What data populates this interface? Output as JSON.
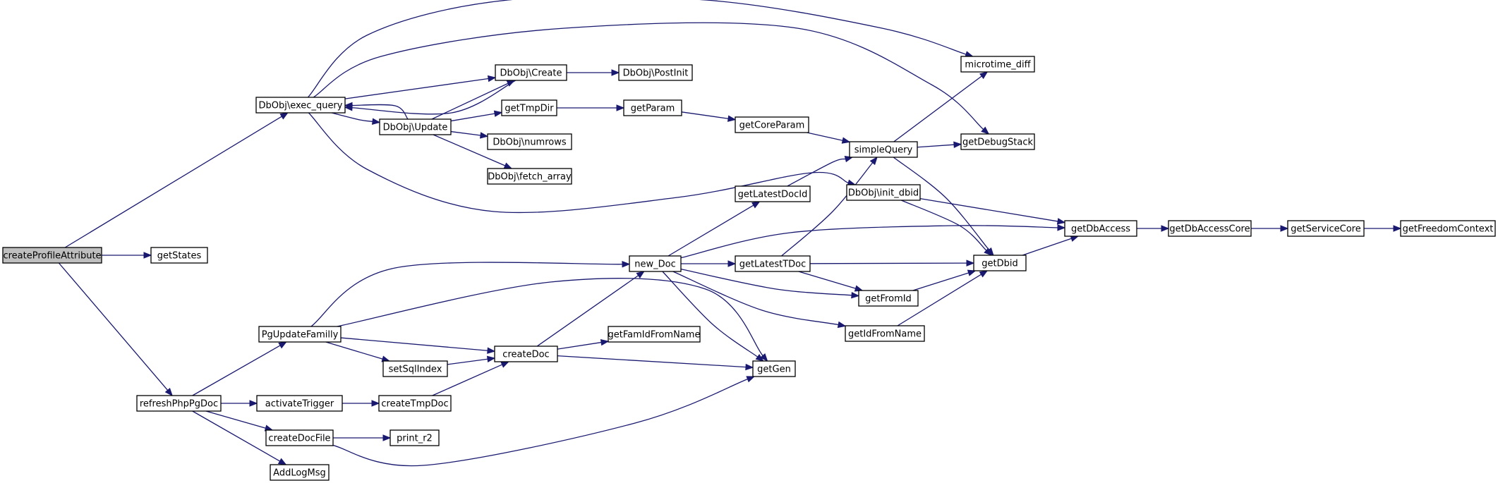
{
  "nodes": [
    {
      "id": "createProfileAttribute",
      "label": "createProfileAttribute",
      "root": true
    },
    {
      "id": "exec_query",
      "label": "DbObj\\exec_query"
    },
    {
      "id": "getStates",
      "label": "getStates"
    },
    {
      "id": "refreshPhpPgDoc",
      "label": "refreshPhpPgDoc"
    },
    {
      "id": "microtime_diff",
      "label": "microtime_diff"
    },
    {
      "id": "getDebugStack",
      "label": "getDebugStack"
    },
    {
      "id": "DbObjCreate",
      "label": "DbObj\\Create"
    },
    {
      "id": "DbObjUpdate",
      "label": "DbObj\\Update"
    },
    {
      "id": "DbObjPostInit",
      "label": "DbObj\\PostInit"
    },
    {
      "id": "getTmpDir",
      "label": "getTmpDir"
    },
    {
      "id": "numrows",
      "label": "DbObj\\numrows"
    },
    {
      "id": "fetch_array",
      "label": "DbObj\\fetch_array"
    },
    {
      "id": "init_dbid",
      "label": "DbObj\\init_dbid"
    },
    {
      "id": "getParam",
      "label": "getParam"
    },
    {
      "id": "getCoreParam",
      "label": "getCoreParam"
    },
    {
      "id": "simpleQuery",
      "label": "simpleQuery"
    },
    {
      "id": "getDbid",
      "label": "getDbid"
    },
    {
      "id": "getDbAccess",
      "label": "getDbAccess"
    },
    {
      "id": "getDbAccessCore",
      "label": "getDbAccessCore"
    },
    {
      "id": "getServiceCore",
      "label": "getServiceCore"
    },
    {
      "id": "getFreedomContext",
      "label": "getFreedomContext"
    },
    {
      "id": "getLatestDocId",
      "label": "getLatestDocId"
    },
    {
      "id": "new_Doc",
      "label": "new_Doc"
    },
    {
      "id": "getLatestTDoc",
      "label": "getLatestTDoc"
    },
    {
      "id": "getFromId",
      "label": "getFromId"
    },
    {
      "id": "getIdFromName",
      "label": "getIdFromName"
    },
    {
      "id": "PgUpdateFamilly",
      "label": "PgUpdateFamilly"
    },
    {
      "id": "createDoc",
      "label": "createDoc"
    },
    {
      "id": "getFamIdFromName",
      "label": "getFamIdFromName"
    },
    {
      "id": "setSqlIndex",
      "label": "setSqlIndex"
    },
    {
      "id": "getGen",
      "label": "getGen"
    },
    {
      "id": "activateTrigger",
      "label": "activateTrigger"
    },
    {
      "id": "createTmpDoc",
      "label": "createTmpDoc"
    },
    {
      "id": "createDocFile",
      "label": "createDocFile"
    },
    {
      "id": "print_r2",
      "label": "print_r2"
    },
    {
      "id": "AddLogMsg",
      "label": "AddLogMsg"
    }
  ],
  "edges": [
    {
      "from": "createProfileAttribute",
      "to": "exec_query"
    },
    {
      "from": "createProfileAttribute",
      "to": "getStates"
    },
    {
      "from": "createProfileAttribute",
      "to": "refreshPhpPgDoc"
    },
    {
      "from": "exec_query",
      "to": "microtime_diff"
    },
    {
      "from": "exec_query",
      "to": "getDebugStack"
    },
    {
      "from": "exec_query",
      "to": "DbObjCreate"
    },
    {
      "from": "exec_query",
      "to": "DbObjUpdate"
    },
    {
      "from": "exec_query",
      "to": "init_dbid"
    },
    {
      "from": "DbObjCreate",
      "to": "exec_query"
    },
    {
      "from": "DbObjCreate",
      "to": "DbObjPostInit"
    },
    {
      "from": "DbObjUpdate",
      "to": "exec_query"
    },
    {
      "from": "DbObjUpdate",
      "to": "DbObjCreate"
    },
    {
      "from": "DbObjUpdate",
      "to": "getTmpDir"
    },
    {
      "from": "DbObjUpdate",
      "to": "numrows"
    },
    {
      "from": "DbObjUpdate",
      "to": "fetch_array"
    },
    {
      "from": "getTmpDir",
      "to": "getParam"
    },
    {
      "from": "getParam",
      "to": "getCoreParam"
    },
    {
      "from": "getCoreParam",
      "to": "simpleQuery"
    },
    {
      "from": "simpleQuery",
      "to": "microtime_diff"
    },
    {
      "from": "simpleQuery",
      "to": "getDebugStack"
    },
    {
      "from": "simpleQuery",
      "to": "getDbid"
    },
    {
      "from": "init_dbid",
      "to": "getDbAccess"
    },
    {
      "from": "init_dbid",
      "to": "getDbid"
    },
    {
      "from": "getDbid",
      "to": "getDbAccess"
    },
    {
      "from": "getDbAccess",
      "to": "getDbAccessCore"
    },
    {
      "from": "getDbAccessCore",
      "to": "getServiceCore"
    },
    {
      "from": "getServiceCore",
      "to": "getFreedomContext"
    },
    {
      "from": "getLatestDocId",
      "to": "simpleQuery"
    },
    {
      "from": "new_Doc",
      "to": "getLatestDocId"
    },
    {
      "from": "new_Doc",
      "to": "getDbAccess"
    },
    {
      "from": "new_Doc",
      "to": "getLatestTDoc"
    },
    {
      "from": "new_Doc",
      "to": "getFromId"
    },
    {
      "from": "new_Doc",
      "to": "getIdFromName"
    },
    {
      "from": "new_Doc",
      "to": "getGen"
    },
    {
      "from": "getLatestTDoc",
      "to": "simpleQuery"
    },
    {
      "from": "getLatestTDoc",
      "to": "getDbid"
    },
    {
      "from": "getLatestTDoc",
      "to": "getFromId"
    },
    {
      "from": "getFromId",
      "to": "getDbid"
    },
    {
      "from": "getIdFromName",
      "to": "getDbid"
    },
    {
      "from": "refreshPhpPgDoc",
      "to": "PgUpdateFamilly"
    },
    {
      "from": "refreshPhpPgDoc",
      "to": "activateTrigger"
    },
    {
      "from": "refreshPhpPgDoc",
      "to": "createDocFile"
    },
    {
      "from": "refreshPhpPgDoc",
      "to": "AddLogMsg"
    },
    {
      "from": "PgUpdateFamilly",
      "to": "new_Doc"
    },
    {
      "from": "PgUpdateFamilly",
      "to": "getGen"
    },
    {
      "from": "PgUpdateFamilly",
      "to": "createDoc"
    },
    {
      "from": "PgUpdateFamilly",
      "to": "setSqlIndex"
    },
    {
      "from": "setSqlIndex",
      "to": "createDoc"
    },
    {
      "from": "createDoc",
      "to": "new_Doc"
    },
    {
      "from": "createDoc",
      "to": "getFamIdFromName"
    },
    {
      "from": "createDoc",
      "to": "getGen"
    },
    {
      "from": "activateTrigger",
      "to": "createTmpDoc"
    },
    {
      "from": "createTmpDoc",
      "to": "createDoc"
    },
    {
      "from": "createDocFile",
      "to": "print_r2"
    },
    {
      "from": "createDocFile",
      "to": "getGen"
    }
  ],
  "colors": {
    "edge": "#191970",
    "node_border": "#000000",
    "node_fill": "#ffffff",
    "root_fill": "#bfbfbf"
  }
}
